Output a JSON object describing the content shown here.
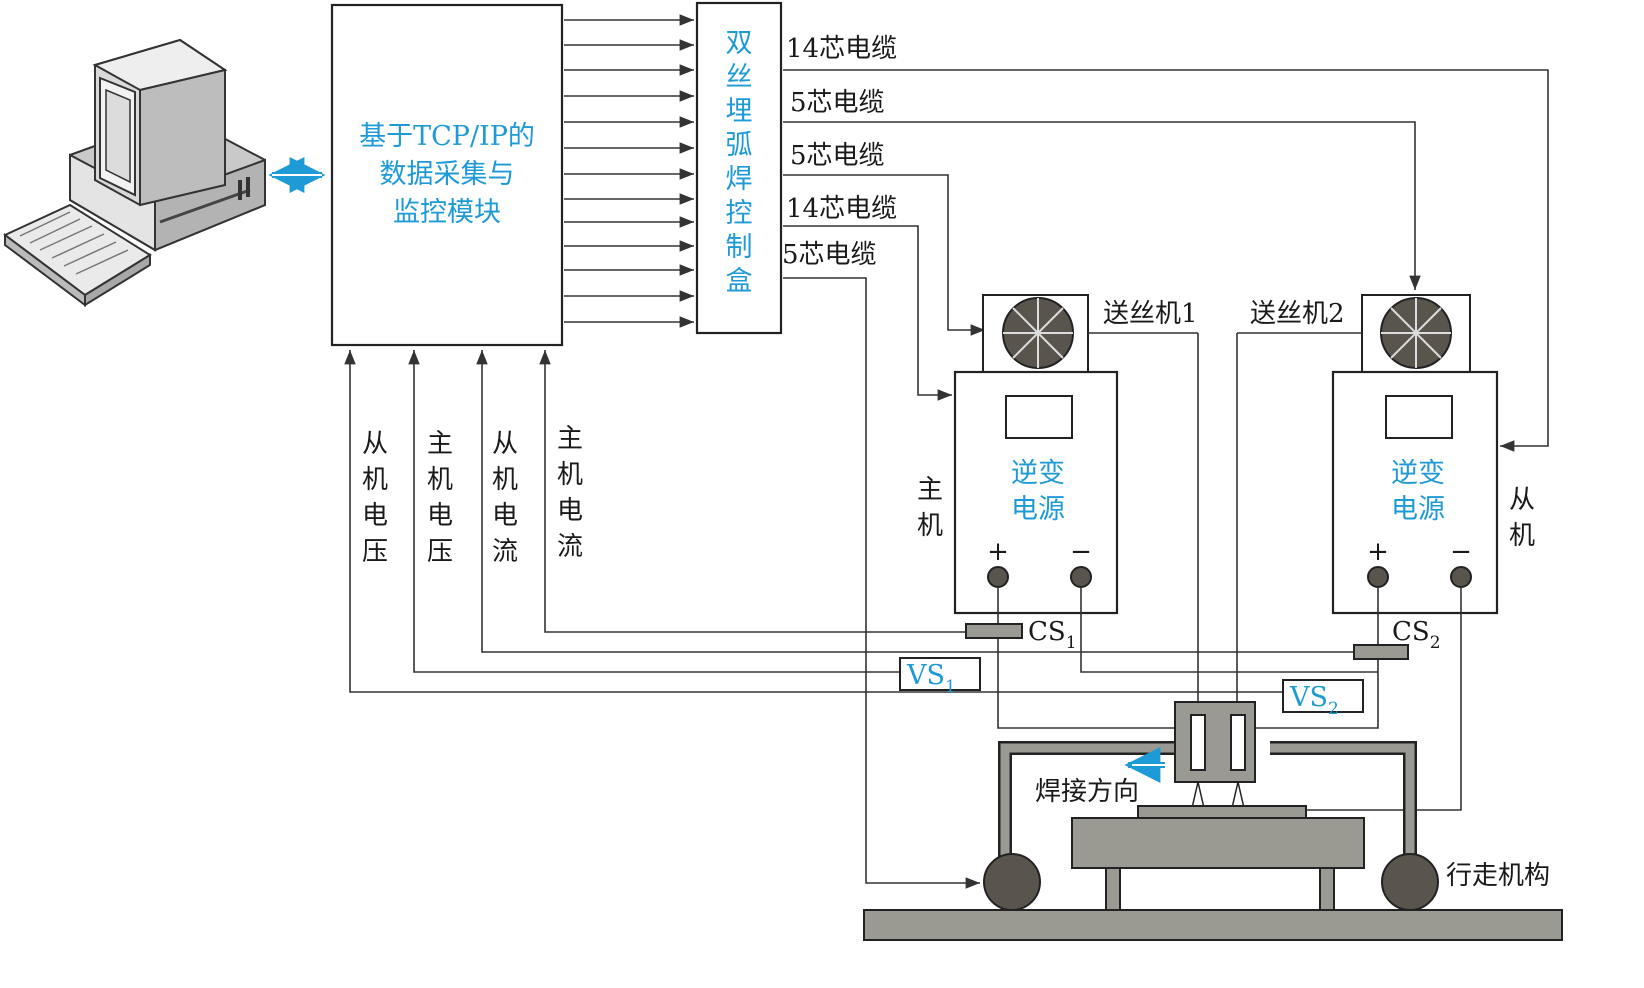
{
  "computer": {
    "icon": "desktop-computer-icon"
  },
  "daq_module": {
    "lines": [
      "基于TCP/IP的",
      "数据采集与",
      "监控模块"
    ]
  },
  "controller": {
    "chars": [
      "双",
      "丝",
      "埋",
      "弧",
      "焊",
      "控",
      "制",
      "盒"
    ]
  },
  "cables": [
    "14芯电缆",
    "5芯电缆",
    "5芯电缆",
    "14芯电缆",
    "5芯电缆"
  ],
  "signals": [
    {
      "chars": [
        "从",
        "机",
        "电",
        "压"
      ]
    },
    {
      "chars": [
        "主",
        "机",
        "电",
        "压"
      ]
    },
    {
      "chars": [
        "从",
        "机",
        "电",
        "流"
      ]
    },
    {
      "chars": [
        "主",
        "机",
        "电",
        "流"
      ]
    }
  ],
  "wire_feeder_1": "送丝机1",
  "wire_feeder_2": "送丝机2",
  "master_power": {
    "lines": [
      "逆变",
      "电源"
    ],
    "side": [
      "主",
      "机"
    ]
  },
  "slave_power": {
    "lines": [
      "逆变",
      "电源"
    ],
    "side": [
      "从",
      "机"
    ]
  },
  "polarity": {
    "plus": "+",
    "minus": "−"
  },
  "sensors": {
    "cs1": "CS",
    "cs1_sub": "1",
    "cs2": "CS",
    "cs2_sub": "2",
    "vs1": "VS",
    "vs1_sub": "1",
    "vs2": "VS",
    "vs2_sub": "2"
  },
  "weld_direction": "焊接方向",
  "travel_mechanism": "行走机构",
  "colors": {
    "accent": "#1e9ad6",
    "machine_grey": "#9a9a92",
    "line": "#333333"
  }
}
